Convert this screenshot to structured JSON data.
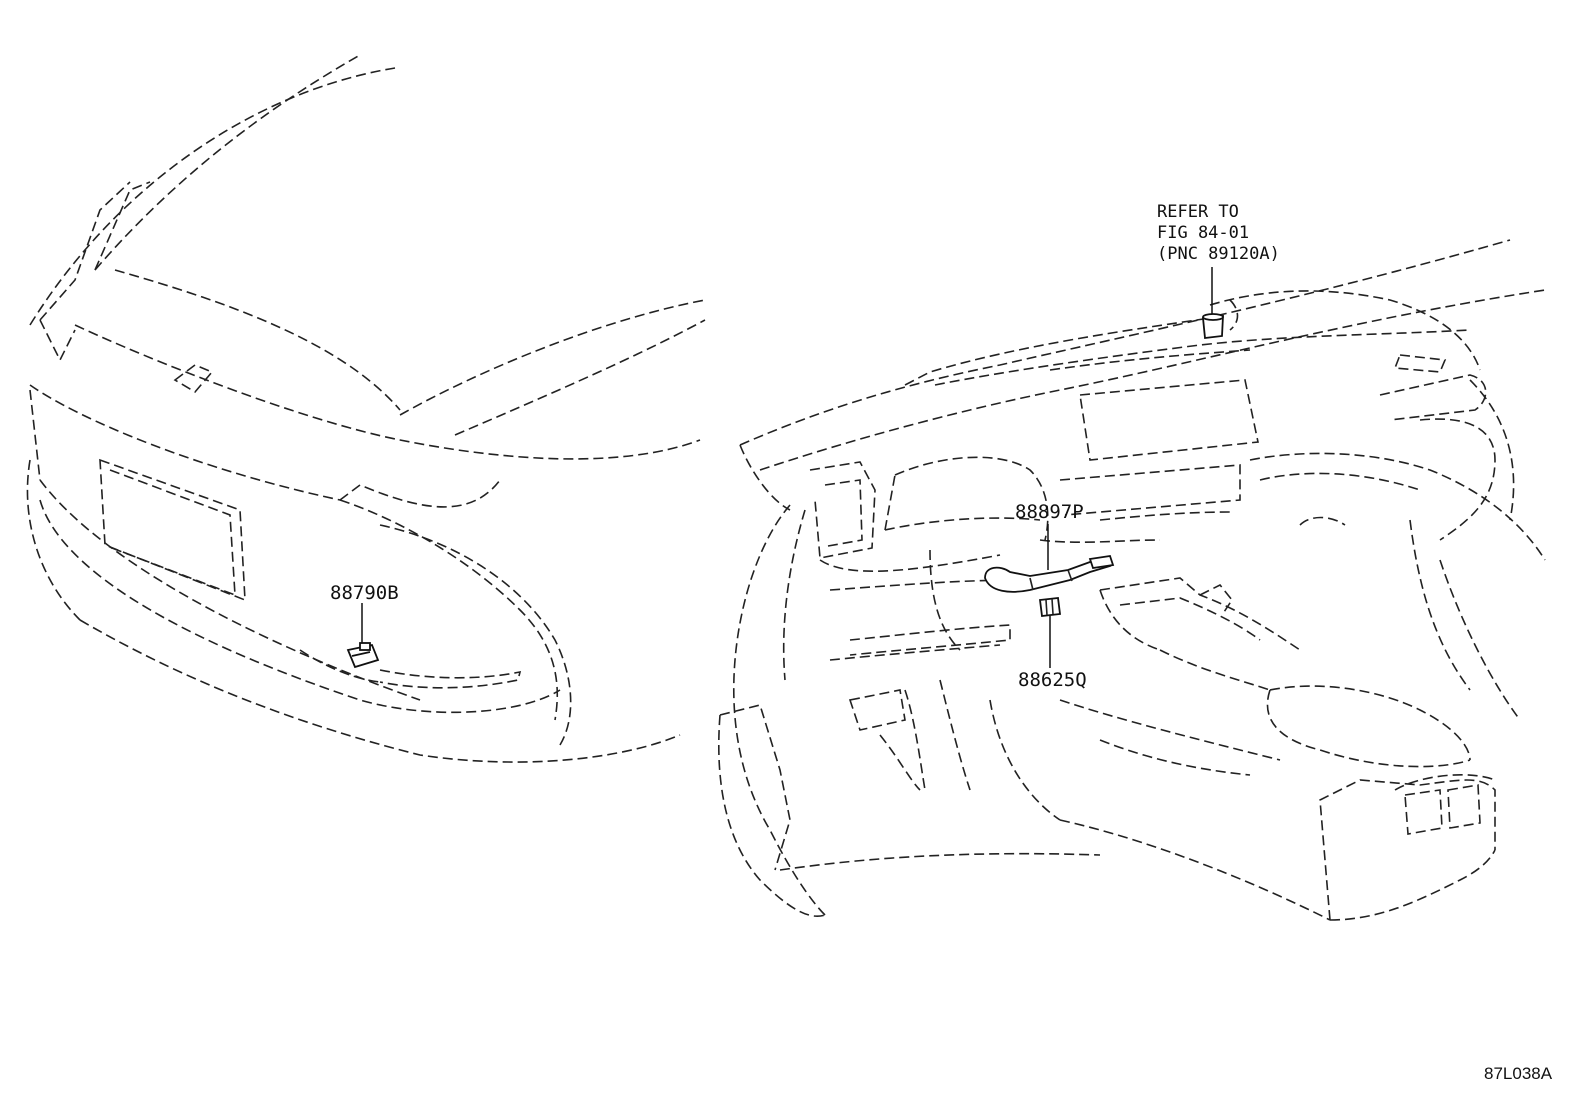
{
  "labels": {
    "radar_sensor": "88790B",
    "cooler_thermistor": "88897P",
    "ambient_sensor": "88625Q"
  },
  "reference_note": {
    "line1": "REFER TO",
    "line2": "FIG 84-01",
    "line3": "(PNC 89120A)"
  },
  "figure_id": "87L038A"
}
